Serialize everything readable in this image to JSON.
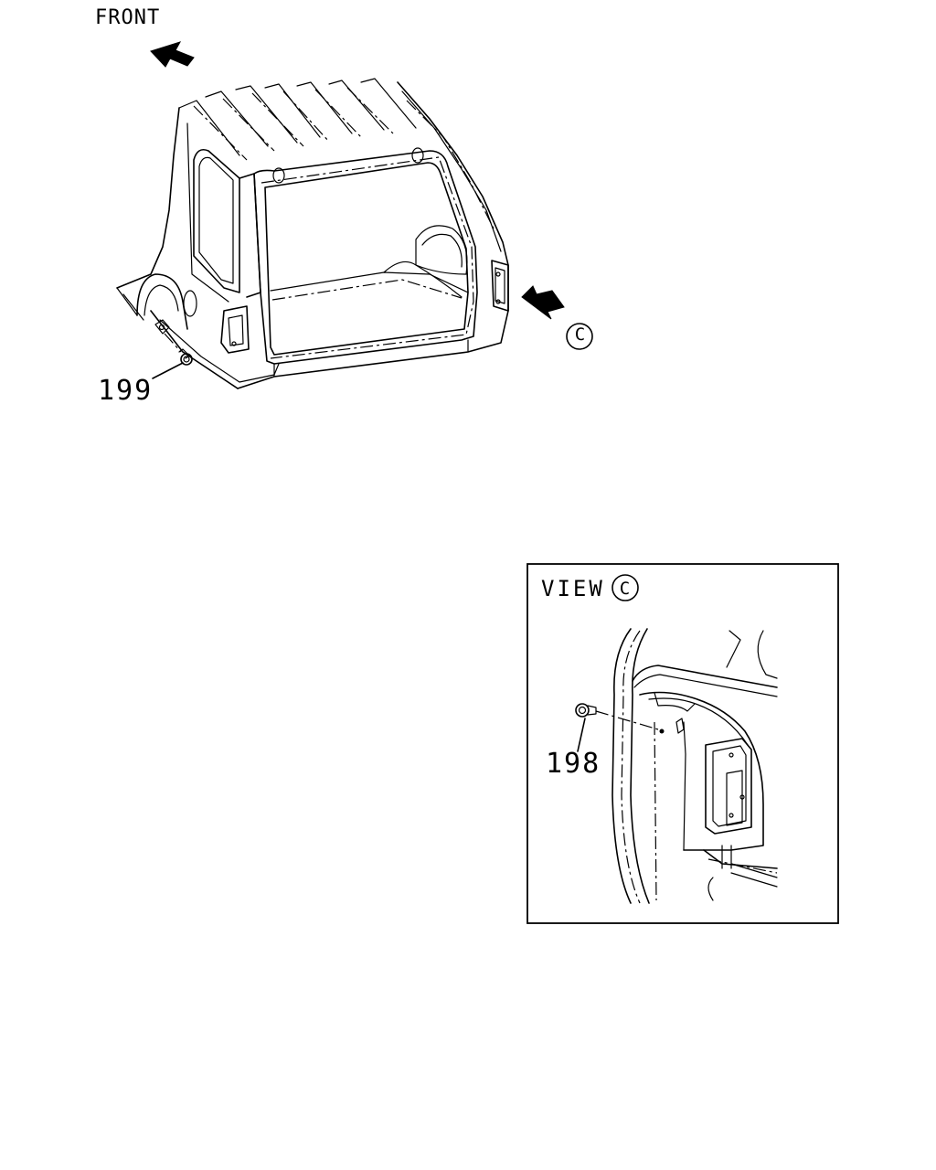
{
  "labels": {
    "front": "FRONT",
    "callout_view": "C",
    "part_199": "199",
    "view_title": "VIEW",
    "view_letter": "C",
    "part_198": "198"
  },
  "colors": {
    "line": "#000000",
    "background": "#ffffff"
  }
}
